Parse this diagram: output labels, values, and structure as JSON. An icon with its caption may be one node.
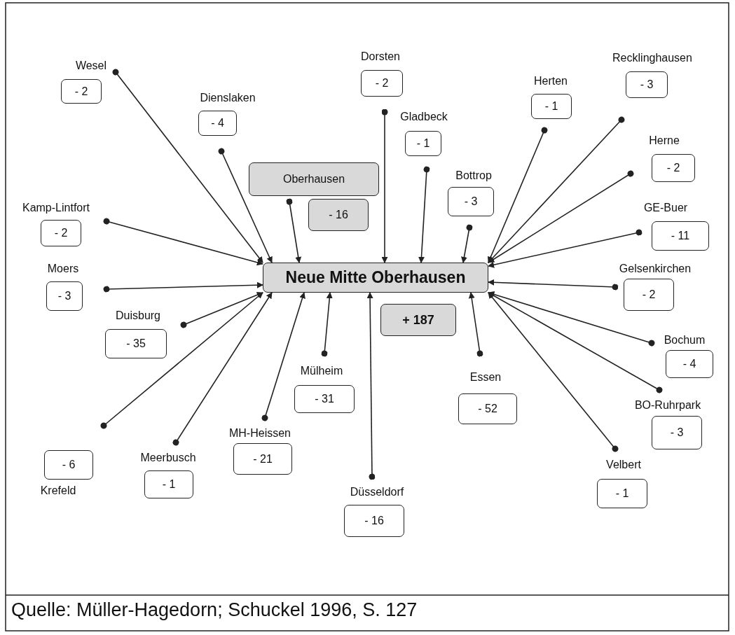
{
  "diagram": {
    "caption": "Quelle: Müller-Hagedorn; Schuckel 1996, S. 127",
    "nodes": [
      {
        "text": [
          "Wesel",
          "- 2"
        ]
      },
      {
        "text": [
          "Dienslaken",
          "- 4"
        ]
      },
      {
        "text": [
          "Dorsten",
          "- 2"
        ]
      },
      {
        "text": [
          "Gladbeck",
          "- 1"
        ]
      },
      {
        "text": [
          "Herten",
          "- 1"
        ]
      },
      {
        "text": [
          "Recklinghausen",
          "- 3"
        ]
      },
      {
        "text": [
          "Oberhausen"
        ]
      },
      {
        "text": [
          "- 16"
        ]
      },
      {
        "text": [
          "Bottrop",
          "- 3"
        ]
      },
      {
        "text": [
          "Herne",
          "- 2"
        ]
      },
      {
        "text": [
          "GE-Buer",
          "- 11"
        ]
      },
      {
        "text": [
          "Kamp-Lintfort",
          "- 2"
        ]
      },
      {
        "text": [
          "Neue Mitte Oberhausen"
        ]
      },
      {
        "text": [
          "Gelsenkirchen",
          "- 2"
        ]
      },
      {
        "text": [
          "Moers",
          "- 3"
        ]
      },
      {
        "text": [
          "+ 187"
        ]
      },
      {
        "text": [
          "Duisburg",
          "- 35"
        ]
      },
      {
        "text": [
          "Bochum",
          "- 4"
        ]
      },
      {
        "text": [
          "Essen",
          "- 52"
        ]
      },
      {
        "text": [
          "Mülheim",
          "- 31"
        ]
      },
      {
        "text": [
          "BO-Ruhrpark",
          "- 3"
        ]
      },
      {
        "text": [
          "- 6",
          "Krefeld"
        ]
      },
      {
        "text": [
          "Meerbusch",
          "- 1"
        ]
      },
      {
        "text": [
          "MH-Heissen",
          "- 21"
        ]
      },
      {
        "text": [
          "Düsseldorf",
          "- 16"
        ]
      },
      {
        "text": [
          "Velbert",
          "- 1"
        ]
      }
    ],
    "edges": [
      {
        "from": 0,
        "to": 12,
        "arrow": "to"
      },
      {
        "from": 1,
        "to": 12,
        "arrow": "to"
      },
      {
        "from": 2,
        "to": 12,
        "arrow": "to"
      },
      {
        "from": 3,
        "to": 12,
        "arrow": "to"
      },
      {
        "from": 4,
        "to": 12,
        "arrow": "to"
      },
      {
        "from": 5,
        "to": 12,
        "arrow": "to"
      },
      {
        "from": 6,
        "to": 12,
        "arrow": "to"
      },
      {
        "from": 8,
        "to": 12,
        "arrow": "to"
      },
      {
        "from": 9,
        "to": 12,
        "arrow": "to"
      },
      {
        "from": 10,
        "to": 12,
        "arrow": "to"
      },
      {
        "from": 11,
        "to": 12,
        "arrow": "to"
      },
      {
        "from": 13,
        "to": 12,
        "arrow": "to"
      },
      {
        "from": 14,
        "to": 12,
        "arrow": "to"
      },
      {
        "from": 16,
        "to": 12,
        "arrow": "to"
      },
      {
        "from": 17,
        "to": 12,
        "arrow": "to"
      },
      {
        "from": 18,
        "to": 12,
        "arrow": "to"
      },
      {
        "from": 19,
        "to": 12,
        "arrow": "to"
      },
      {
        "from": 20,
        "to": 12,
        "arrow": "to"
      },
      {
        "from": 21,
        "to": 12,
        "arrow": "to"
      },
      {
        "from": 22,
        "to": 12,
        "arrow": "to"
      },
      {
        "from": 23,
        "to": 12,
        "arrow": "to"
      },
      {
        "from": 24,
        "to": 12,
        "arrow": "to"
      },
      {
        "from": 25,
        "to": 12,
        "arrow": "to"
      }
    ]
  }
}
